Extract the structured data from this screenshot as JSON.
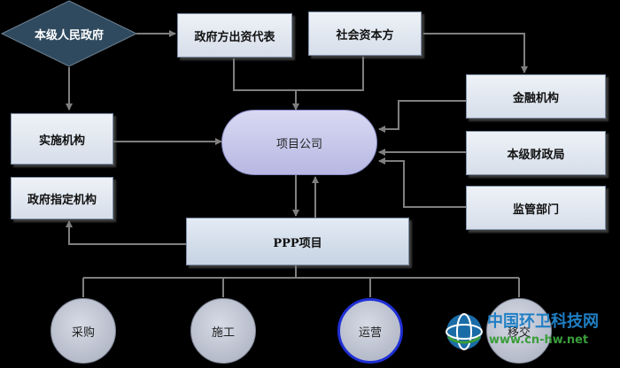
{
  "diagram": {
    "nodes": {
      "gov": "本级人民政府",
      "gov_rep": "政府方出资代表",
      "social": "社会资本方",
      "finance": "金融机构",
      "impl": "实施机构",
      "project_co": "项目公司",
      "fiscal": "本级财政局",
      "designated": "政府指定机构",
      "regulator": "监管部门",
      "ppp": "PPP项目",
      "procure": "采购",
      "construct": "施工",
      "operate": "运营",
      "transfer": "移交"
    }
  },
  "watermark": {
    "title": "中国环卫科技网",
    "subtitle": "www.cn-hw.net"
  },
  "colors": {
    "background": "#000000",
    "box_fill": "#e3e9f1",
    "pill_fill": "#c8c9ec",
    "diamond_fill": "#2f4a5e",
    "line": "#7f7f7f",
    "highlight_ring": "#1f2fd6",
    "watermark_blue": "#1f7fc4",
    "watermark_green": "#3a9d3a"
  }
}
